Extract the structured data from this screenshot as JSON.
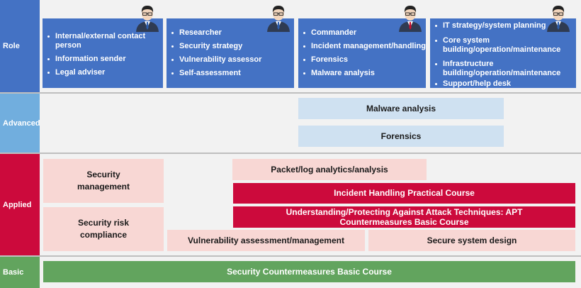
{
  "rows": {
    "role": "Role",
    "advanced": "Advanced",
    "applied": "Applied",
    "basic": "Basic"
  },
  "roles": [
    {
      "items": [
        "Internal/external contact person",
        "Information sender",
        "Legal adviser"
      ]
    },
    {
      "items": [
        "Researcher",
        "Security strategy",
        "Vulnerability assessor",
        "Self-assessment"
      ]
    },
    {
      "items": [
        "Commander",
        "Incident management/handling",
        "Forensics",
        "Malware analysis"
      ]
    },
    {
      "items": [
        "IT strategy/system planning",
        "Core system building/operation/maintenance",
        "Infrastructure building/operation/maintenance",
        "Support/help desk"
      ]
    }
  ],
  "courses": {
    "malware_analysis": "Malware analysis",
    "forensics": "Forensics",
    "security_management": "Security management",
    "security_risk_compliance": "Security risk compliance",
    "packet_log_analytics": "Packet/log analytics/analysis",
    "incident_handling": "Incident Handling Practical Course",
    "apt_countermeasures": "Understanding/Protecting Against Attack Techniques: APT Countermeasures Basic Course",
    "vulnerability_assessment": "Vulnerability assessment/management",
    "secure_system_design": "Secure system design",
    "security_countermeasures_basic": "Security Countermeasures Basic Course"
  },
  "colors": {
    "role_bg": "#4472c4",
    "advanced_bg": "#71aede",
    "applied_bg": "#cc0a3c",
    "basic_bg": "#62a45e",
    "course_pink": "#f8d7d4",
    "course_red": "#cc0a3c",
    "course_lightblue": "#cfe1f1",
    "course_green": "#62a45e"
  },
  "icons": [
    "businessman-icon",
    "businessman-icon",
    "businessman-red-tie-icon",
    "businessman-icon"
  ]
}
